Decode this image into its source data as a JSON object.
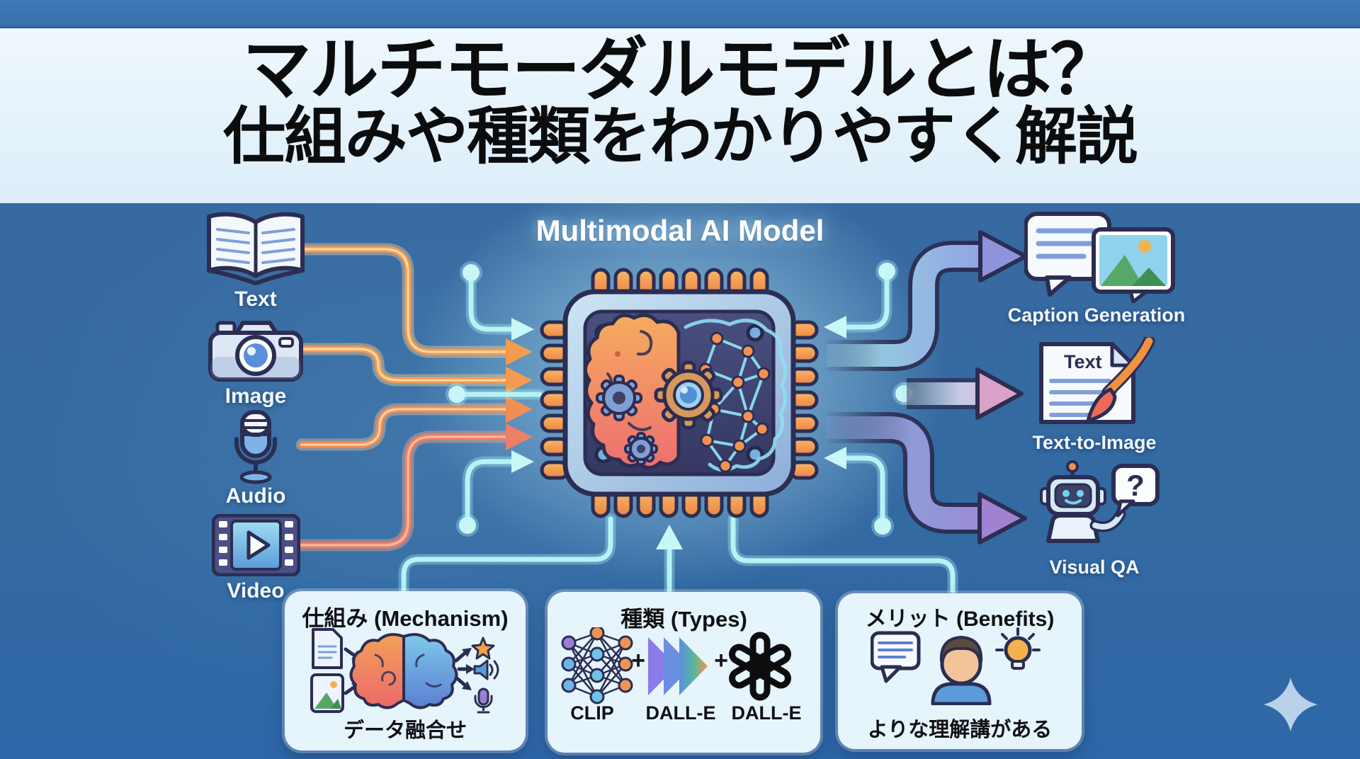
{
  "header": {
    "title_line1": "マルチモーダルモデルとは？",
    "title_line2": "仕組みや種類をわかりやすく解説"
  },
  "diagram": {
    "model_label": "Multimodal AI Model",
    "inputs": [
      {
        "label": "Text"
      },
      {
        "label": "Image"
      },
      {
        "label": "Audio"
      },
      {
        "label": "Video"
      }
    ],
    "outputs": [
      {
        "label": "Caption Generation"
      },
      {
        "label": "Text-to-Image"
      },
      {
        "label": "Visual QA"
      }
    ],
    "tti_doc_text": "Text",
    "qa_mark": "?",
    "cards": {
      "mechanism": {
        "title": "仕組み (Mechanism)",
        "caption": "データ融合せ"
      },
      "types": {
        "title": "種類 (Types)",
        "plus": "+",
        "items": [
          "CLIP",
          "DALL-E",
          "DALL-E"
        ]
      },
      "benefits": {
        "title": "メリット (Benefits)",
        "caption": "よりな理解講がある"
      }
    }
  },
  "colors": {
    "background_blue": "#38699F",
    "header_bg": "#E3F1FA",
    "top_strip": "#3C71AD",
    "card_bg": "#E6F4FC",
    "wire_orange": "#F39B4E",
    "wire_salmon": "#EC7F66",
    "trace_cyan": "#B7F2F5",
    "arrow_blue": "#8F93DA",
    "arrow_pink": "#D9A2C8",
    "arrow_purple": "#A182D2",
    "title_color": "#0B0C0E"
  }
}
